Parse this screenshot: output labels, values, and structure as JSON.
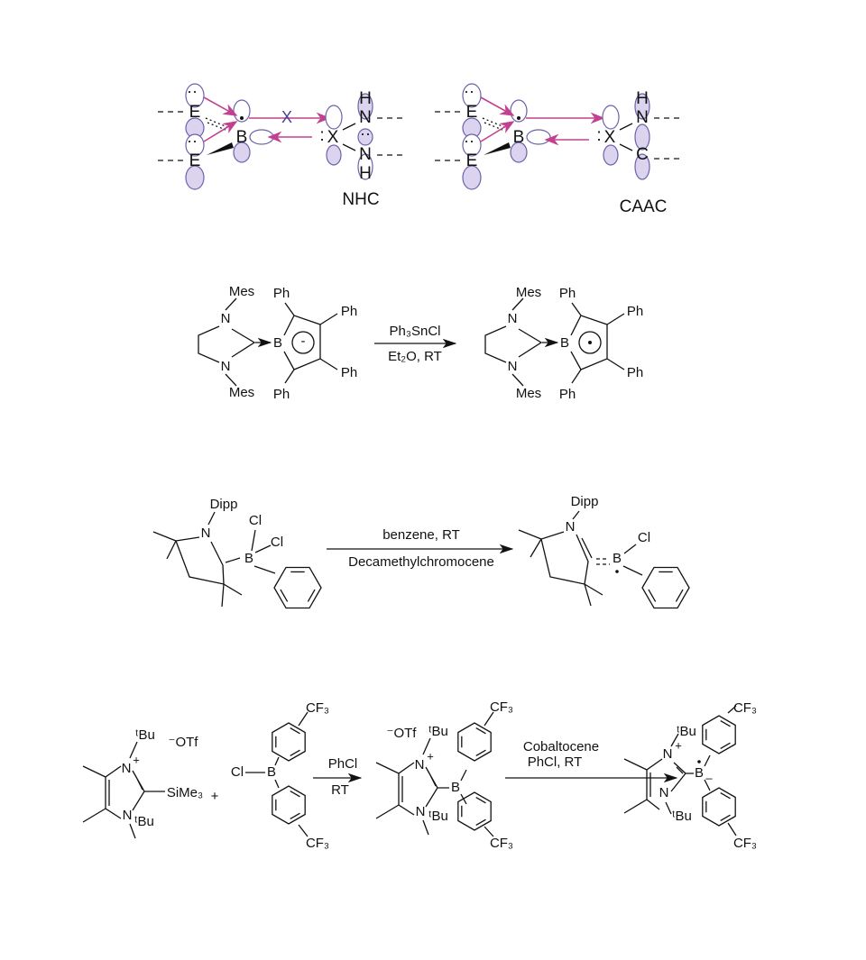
{
  "scheme1": {
    "panels": [
      {
        "label": "NHC",
        "donor_atom": "E",
        "boron": "B",
        "carbene": "X",
        "lone_pair": ":",
        "ring_atom_top": "N",
        "ring_atom_bottom": "N",
        "h_top": "H",
        "h_bottom": "H",
        "forbidden_mark": "X"
      },
      {
        "label": "CAAC",
        "donor_atom": "E",
        "boron": "B",
        "carbene": "X",
        "lone_pair": ":",
        "ring_atom_top": "N",
        "ring_atom_bottom": "C",
        "h_top": "H"
      }
    ],
    "colors": {
      "arrow": "#c2408f",
      "orbital_fill": "#dcd4ef",
      "orbital_stroke": "#6c62a8",
      "forbidden": "#4a3f9a"
    }
  },
  "scheme2": {
    "reactant": {
      "n1": "N",
      "n2": "N",
      "mes1": "Mes",
      "mes2": "Mes",
      "boron": "B",
      "ring_charge": "-",
      "ph": [
        "Ph",
        "Ph",
        "Ph",
        "Ph"
      ]
    },
    "reagent": "Ph₃SnCl",
    "conditions": "Et₂O, RT",
    "product": {
      "n1": "N",
      "n2": "N",
      "mes1": "Mes",
      "mes2": "Mes",
      "boron": "B",
      "ph": [
        "Ph",
        "Ph",
        "Ph",
        "Ph"
      ]
    }
  },
  "scheme3": {
    "reactant": {
      "dipp": "Dipp",
      "n": "N",
      "boron": "B",
      "cl1": "Cl",
      "cl2": "Cl"
    },
    "conditions_top": "benzene, RT",
    "conditions_bottom": "Decamethylchromocene",
    "product": {
      "dipp": "Dipp",
      "n": "N",
      "boron": "B",
      "cl": "Cl"
    }
  },
  "scheme4": {
    "reactant1": {
      "n_plus": "N",
      "plus": "+",
      "n": "N",
      "tbu1": "ᵗBu",
      "tbu2": "ᵗBu",
      "counterion": "⁻OTf",
      "silyl": "SiMe₃"
    },
    "plus_sign": "+",
    "reactant2": {
      "cl": "Cl",
      "boron": "B",
      "cf3_top": "CF₃",
      "cf3_bottom": "CF₃"
    },
    "step1_top": "PhCl",
    "step1_bottom": "RT",
    "intermediate": {
      "counterion": "⁻OTf",
      "n_plus": "N",
      "plus": "+",
      "n": "N",
      "tbu1": "ᵗBu",
      "tbu2": "ᵗBu",
      "boron": "B",
      "cf3_top": "CF₃",
      "cf3_bottom": "CF₃"
    },
    "step2_top": "Cobaltocene",
    "step2_bottom": "PhCl, RT",
    "product": {
      "n_plus": "N",
      "plus": "+",
      "n": "N",
      "tbu1": "ᵗBu",
      "tbu2": "ᵗBu",
      "boron": "B",
      "minus": "–",
      "cf3_top": "CF₃",
      "cf3_bottom": "CF₃"
    }
  }
}
